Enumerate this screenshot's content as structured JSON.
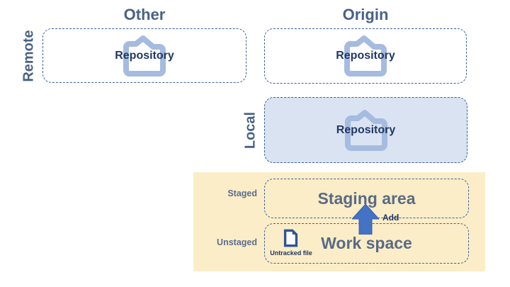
{
  "titles": {
    "other": "Other",
    "origin": "Origin"
  },
  "row_labels": {
    "remote": "Remote",
    "local": "Local"
  },
  "repos": {
    "other": {
      "label": "Repository"
    },
    "origin": {
      "label": "Repository"
    },
    "local": {
      "label": "Repository"
    }
  },
  "staging_panel": {
    "staged_label": "Staged",
    "unstaged_label": "Unstaged",
    "staging_area_label": "Staging area",
    "workspace_label": "Work space",
    "add_label": "Add",
    "untracked_file_label": "Untracked file"
  },
  "colors": {
    "title_text": "#4A6185",
    "repo_text": "#1F3864",
    "zone_text": "#5A6B85",
    "box_border": "#3D5E97",
    "local_box_fill": "#DAE3F2",
    "panel_fill": "#FBEDC7",
    "folder_icon": "#A5BBDF",
    "arrow_fill": "#4472C4",
    "file_icon": "#2E5596"
  }
}
